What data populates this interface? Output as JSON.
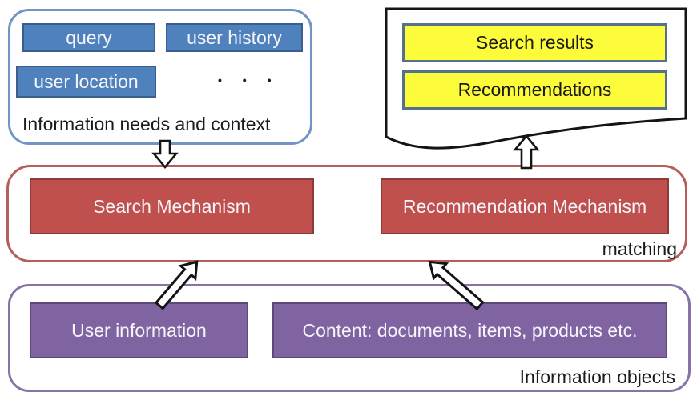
{
  "colors": {
    "blue-fill": "#4F81BD",
    "blue-border": "#3A5F8F",
    "blue-container-border": "#7295C5",
    "yellow-fill": "#FCFC3A",
    "yellow-border": "#54728E",
    "red-fill": "#C0504D",
    "red-border": "#8E3A38",
    "red-container-border": "#B45F5B",
    "purple-fill": "#8064A2",
    "purple-border": "#5D4877",
    "purple-container-border": "#8873A8",
    "line-color": "#141414",
    "box-text": "#F7F5FA",
    "label-text": "#1A1A1A"
  },
  "context_group": {
    "label": "Information needs and context",
    "items": {
      "query": "query",
      "user_history": "user history",
      "user_location": "user location"
    },
    "ellipsis": "• • •"
  },
  "results_group": {
    "search_results": "Search results",
    "recommendations": "Recommendations"
  },
  "matching_group": {
    "label": "matching",
    "search_mechanism": "Search Mechanism",
    "recommendation_mechanism": "Recommendation Mechanism"
  },
  "objects_group": {
    "label": "Information objects",
    "user_information": "User information",
    "content": "Content: documents, items, products etc."
  }
}
